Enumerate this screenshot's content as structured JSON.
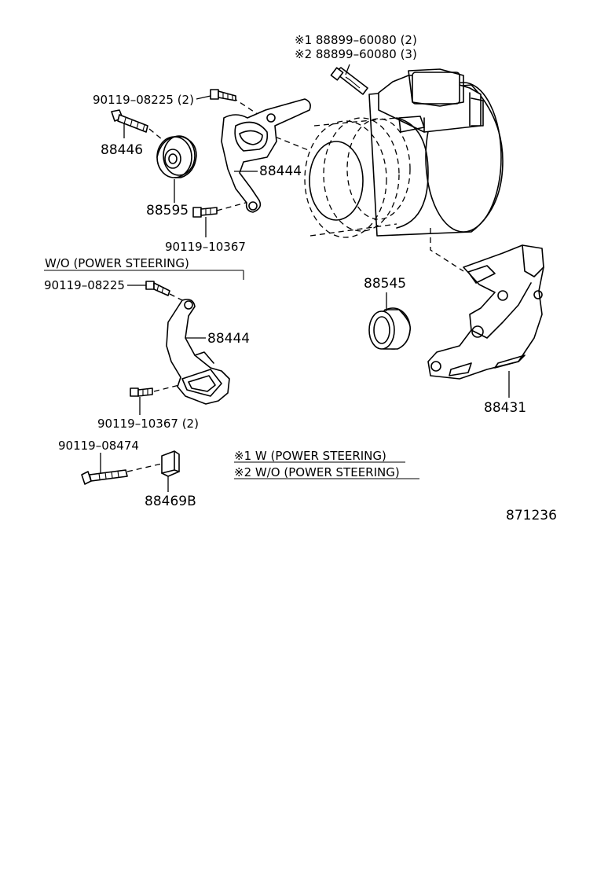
{
  "callouts": {
    "compressor_bolt_1": "※1  88899–60080 (2)",
    "compressor_bolt_2": "※2  88899–60080 (3)",
    "bolt_08225_top": "90119–08225 (2)",
    "idler_bolt": "88446",
    "bracket_upper": "88444",
    "idler_pulley": "88595",
    "bolt_10367_top": "90119–10367",
    "bearing": "88545",
    "compressor_bracket": "88431",
    "bolt_08225_lower": "90119–08225",
    "bracket_lower": "88444",
    "bolt_10367_lower": "90119–10367 (2)",
    "bolt_08474": "90119–08474",
    "clip": "88469B"
  },
  "section_label": "W/O (POWER  STEERING)",
  "notes": {
    "note1": "※1 W (POWER  STEERING)",
    "note2": "※2 W/O (POWER  STEERING)"
  },
  "figure_number": "871236"
}
